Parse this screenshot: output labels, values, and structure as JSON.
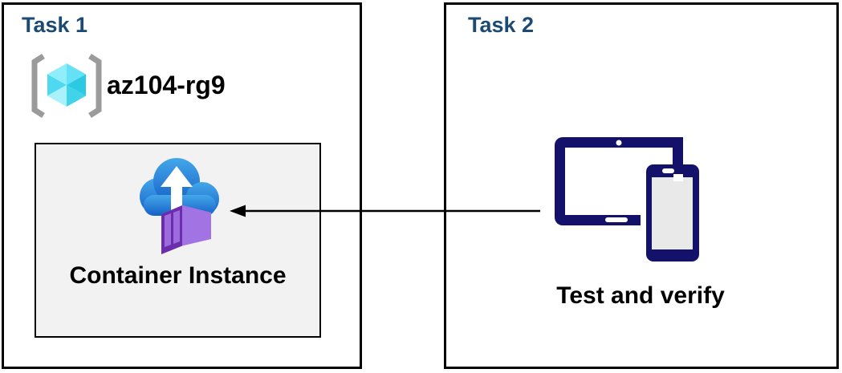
{
  "diagram": {
    "task1": {
      "title": "Task 1",
      "resource_group_name": "az104-rg9",
      "container_box_label": "Container Instance"
    },
    "task2": {
      "title": "Task 2",
      "caption": "Test and verify"
    },
    "arrow": {
      "direction": "right-to-left",
      "from": "devices",
      "to": "container-instance-box"
    }
  },
  "icons": {
    "resource_group": "resource-group-icon",
    "container_instances": "container-instances-icon",
    "devices": "tablet-and-phone-icon"
  },
  "colors": {
    "heading_navy": "#1C4A74",
    "box_border": "#000000",
    "container_box_fill": "#F2F2F2",
    "device_navy": "#131169",
    "phone_screen_gray": "#E9E9E9",
    "cloud_blue_top": "#44A7EA",
    "cloud_blue_bottom": "#1560C6",
    "container_purple_dark": "#6A2DAD",
    "container_purple_door": "#9D6BDE",
    "container_purple_side": "#A273E2",
    "container_purple_top": "#BE93F0",
    "cube_cyan_light": "#90EDFA",
    "cube_cyan_dark": "#2BC9E2",
    "bracket_gray": "#9B9B9B",
    "arrow_black": "#000000"
  }
}
